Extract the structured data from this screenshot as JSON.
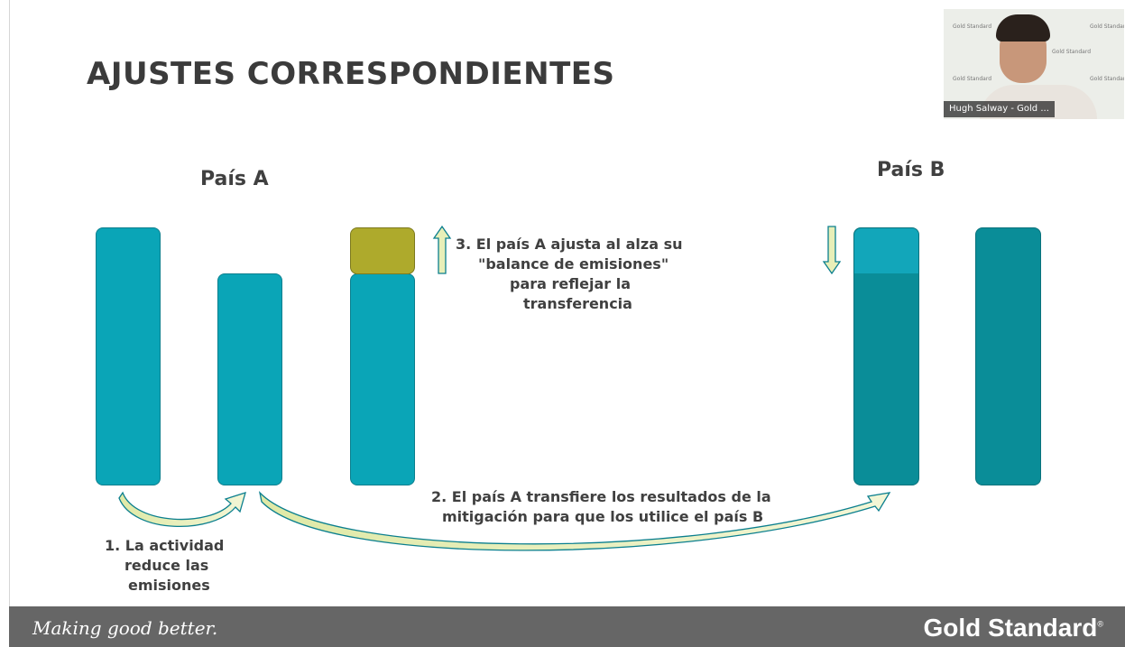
{
  "slide": {
    "title": "AJUSTES CORRESPONDIENTES",
    "country_a": "País A",
    "country_b": "País B",
    "step1": [
      "1. La actividad",
      "reduce las",
      "emisiones"
    ],
    "step2": [
      "2. El país A transfiere los resultados de la",
      "mitigación para que los utilice el país B"
    ],
    "step3": [
      "3. El país A ajusta al alza su",
      "\"balance de emisiones\"",
      "para reflejar la",
      "transferencia"
    ]
  },
  "webcam": {
    "participant_label": "Hugh Salway - Gold ...",
    "watermark": "Gold Standard"
  },
  "footer": {
    "tagline": "Making good better.",
    "brand": "Gold Standard",
    "brand_mark": "®"
  },
  "colors": {
    "bar_a": "#0aa5b7",
    "bar_b": "#0a8d98",
    "olive_cap": "#aeaa2c",
    "arrow_fill": "#e8efb8",
    "footer_bg": "#666666"
  }
}
